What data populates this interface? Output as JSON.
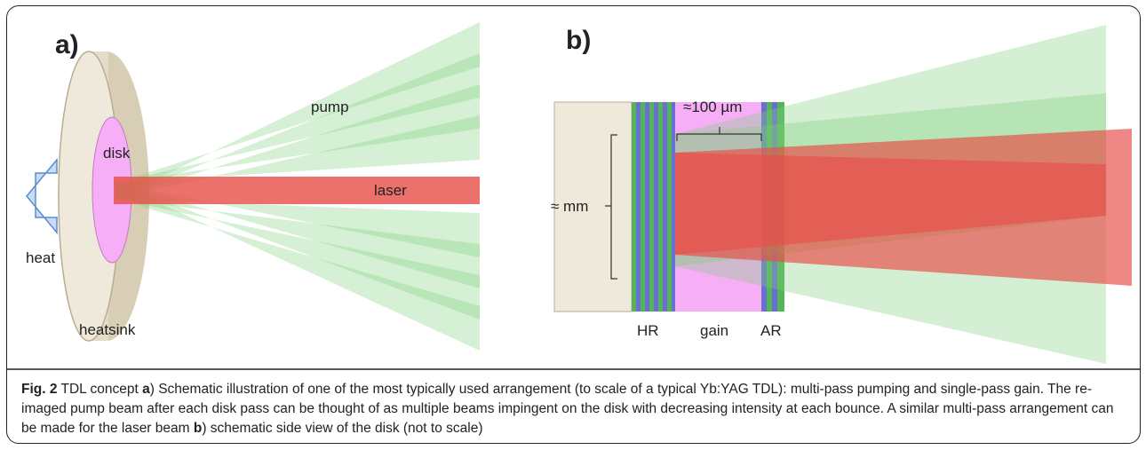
{
  "panel_a": {
    "label": "a)",
    "labels": {
      "pump": "pump",
      "disk": "disk",
      "laser": "laser",
      "heat": "heat",
      "heatsink": "heatsink"
    }
  },
  "panel_b": {
    "label": "b)",
    "labels": {
      "thickness": "≈100 µm",
      "size": "≈ mm",
      "hr": "HR",
      "gain": "gain",
      "ar": "AR"
    }
  },
  "caption": {
    "fig_label": "Fig. 2",
    "text_1": " TDL concept ",
    "ref_a": "a",
    "text_2": ") Schematic illustration of one of the most typically used arrangement (to scale of a typical Yb:YAG TDL): multi-pass pumping and single-pass gain. The re-imaged pump beam after each disk pass can be thought of as multiple beams impingent on the disk with decreasing intensity at each bounce. A similar multi-pass arrangement can be made for the laser beam ",
    "ref_b": "b",
    "text_3": ") schematic side view of the disk (not to scale)"
  },
  "colors": {
    "pump_green": "#7ccf7a",
    "laser_red": "#e8504a",
    "disk_pink": "#f6aef6",
    "heatsink_beige": "#efe9dc",
    "hr_blue": "#6a6fd4",
    "hr_green": "#55b455",
    "heat_arrow": "#c9dcf3"
  }
}
